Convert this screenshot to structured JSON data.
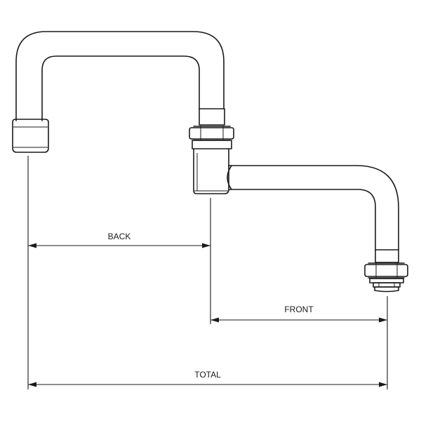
{
  "dimensions": {
    "back": "BACK",
    "front": "FRONT",
    "total": "TOTAL"
  }
}
